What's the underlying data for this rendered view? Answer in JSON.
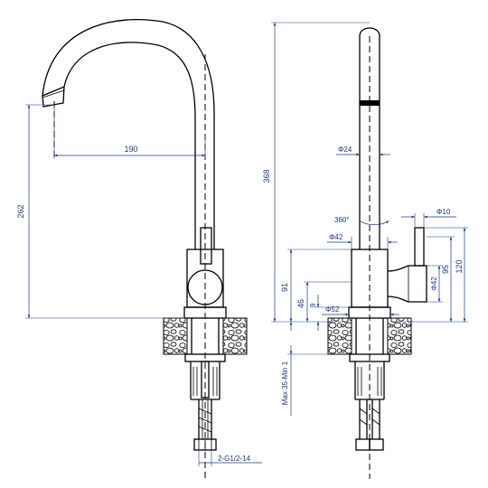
{
  "dimensions": {
    "front": {
      "spout_reach": "190",
      "spout_height": "262",
      "connection": "2-G1/2-14"
    },
    "side": {
      "total_height": "368",
      "spout_diameter": "Φ24",
      "rotation": "360°",
      "body_diameter": "Φ42",
      "lever_diameter": "Φ10",
      "handle_diameter": "Φ42",
      "handle_height": "95",
      "lever_height": "120",
      "body_height": "91",
      "handle_axis_height": "46",
      "base_height": "9",
      "base_diameter": "Φ52",
      "counter_thickness": "Max 35-Min 1"
    }
  },
  "colors": {
    "line": "#000000",
    "dimension": "#1a3a8a"
  }
}
